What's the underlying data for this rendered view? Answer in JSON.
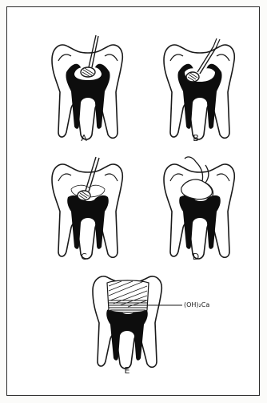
{
  "panels": {
    "a": {
      "label": "A"
    },
    "b": {
      "label": "B"
    },
    "c": {
      "label": "C"
    },
    "d": {
      "label": "D"
    },
    "e": {
      "label": "E",
      "annotation": "(OH)₂Ca"
    }
  },
  "colors": {
    "ink": "#1a1a1a",
    "pulp": "#0d0d0d",
    "paper": "#ffffff"
  }
}
